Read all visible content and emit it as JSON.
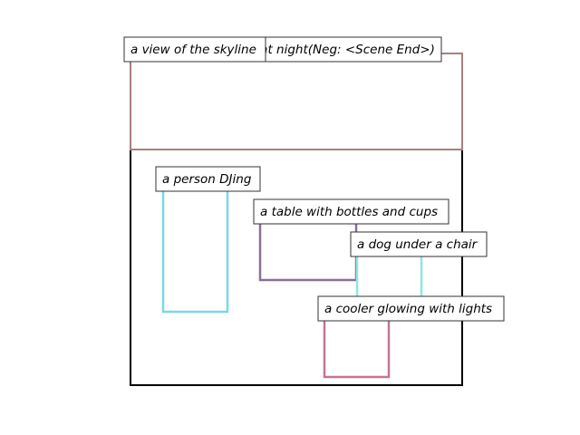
{
  "layout_diagram": {
    "caption_boxes": [
      {
        "label": "a view of the skyline at night(Neg: <Scene End>)",
        "color": "#a88080"
      },
      {
        "label": "a person DJing",
        "color": "#7ad8e6"
      },
      {
        "label": "a table with bottles and cups",
        "color": "#8a6f99"
      },
      {
        "label": "a dog under a chair",
        "color": "#8fe6e0"
      },
      {
        "label": "a cooler glowing with lights",
        "color": "#c27495"
      }
    ],
    "secondary_text": "a view of the skyline"
  }
}
